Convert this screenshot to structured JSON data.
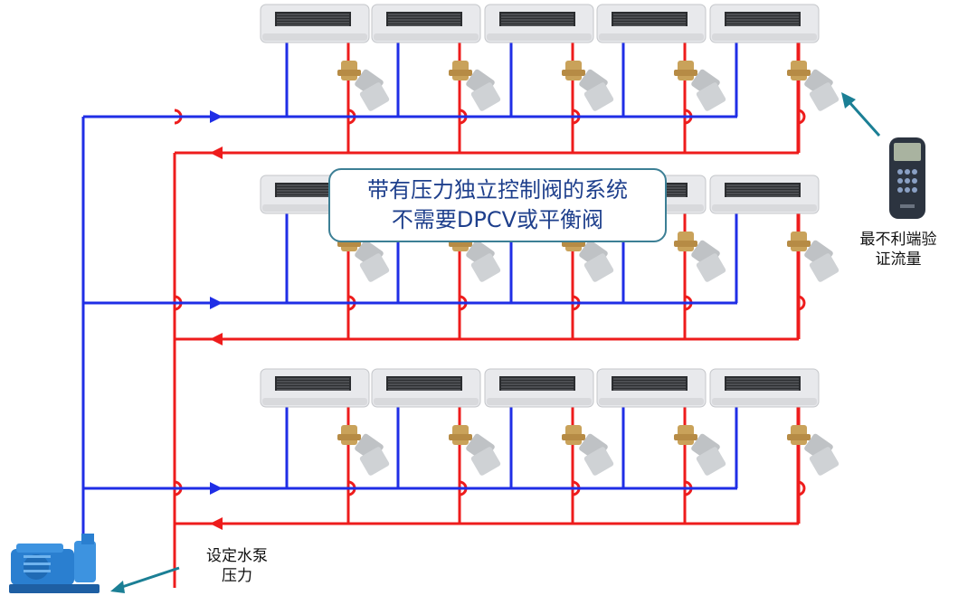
{
  "callout": {
    "line1": "带有压力独立控制阀的系统",
    "line2": "不需要DPCV或平衡阀"
  },
  "meter_label": {
    "line1": "最不利端验",
    "line2": "证流量"
  },
  "pump_label": {
    "line1": "设定水泵",
    "line2": "压力"
  },
  "colors": {
    "supply": "#1f2ee6",
    "return": "#ee1c1c",
    "callout_border": "#3c7f95",
    "callout_text": "#1e3f8c",
    "pointer": "#1b7f95",
    "unit_body": "#e8e9ec",
    "valve_brass": "#c9a25a",
    "actuator": "#bfc2c5",
    "pump": "#2a7fd0",
    "meter": "#2c3440"
  },
  "icons": [
    "fan-coil-unit-icon",
    "control-valve-icon",
    "flow-meter-icon",
    "pump-icon",
    "flow-arrow-icon"
  ],
  "layout_counts": {
    "floors": 3,
    "units_per_floor": 5
  }
}
